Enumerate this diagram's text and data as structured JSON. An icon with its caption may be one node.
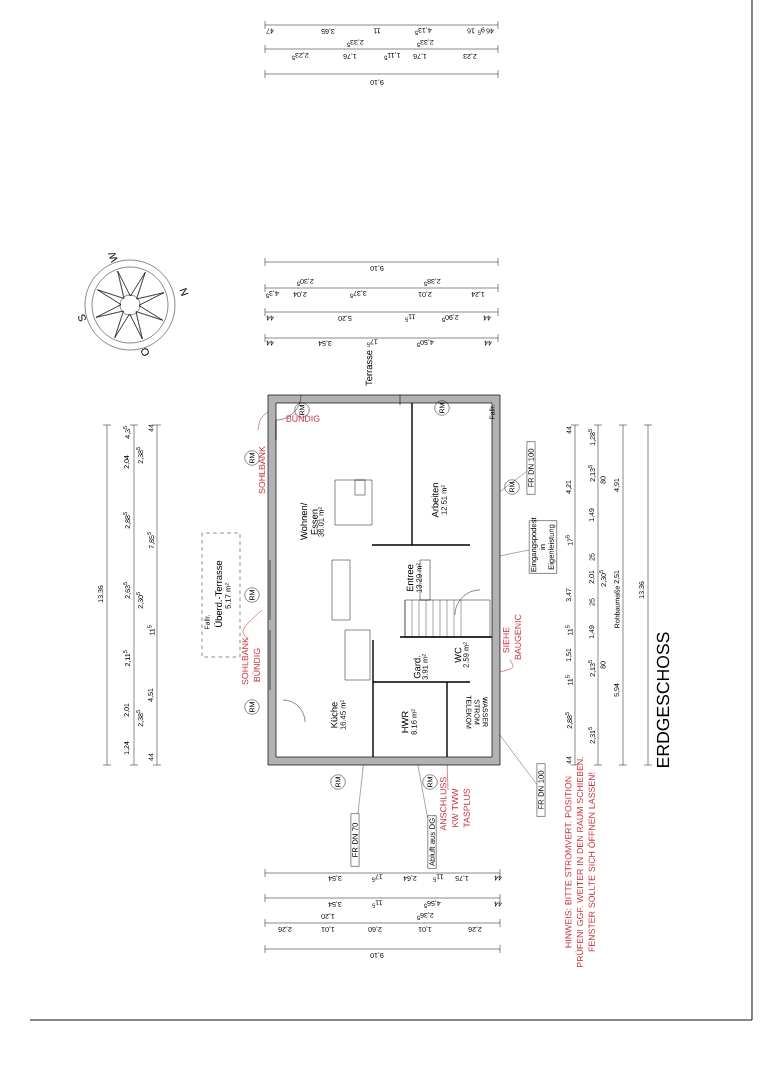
{
  "diagram": {
    "title": "ERDGESCHOSS",
    "nodes": [
      {
        "text": [],
        "shape": "picture"
      },
      {
        "text": [
          "FR DN 70"
        ]
      },
      {
        "text": [
          "Abluft aus DG"
        ]
      },
      {
        "text": [
          "FR DN 100"
        ]
      },
      {
        "text": [
          "Eingangspodest in Eigenleistung"
        ]
      },
      {
        "text": [
          "FR DN 100"
        ]
      }
    ],
    "edges": [
      {
        "from": 1,
        "to": 0,
        "arrow": "none"
      },
      {
        "from": 2,
        "to": 0,
        "arrow": "none"
      },
      {
        "from": 3,
        "to": 0,
        "arrow": "none"
      },
      {
        "from": 4,
        "to": 0,
        "arrow": "none"
      },
      {
        "from": 5,
        "to": 0,
        "arrow": "none"
      }
    ],
    "labels": [
      "47",
      "3,65",
      "11",
      "4,13$^{5}$",
      "16",
      "9$^{5}$",
      "46",
      "2,23$^{5}$",
      "1,76",
      "2,33$^{5}$",
      "1,11$^{5}$",
      "1,76",
      "2,33$^{5}$",
      "2,23",
      "9,10",
      "W",
      "N",
      "S",
      "O",
      "9,10",
      "4,3$^{5}$",
      "2,04",
      "2,30$^{5}$",
      "3,37$^{5}$",
      "2,01",
      "2,38$^{5}$",
      "1,24",
      "44",
      "5,20",
      "11$^{5}$",
      "2,90$^{5}$",
      "44",
      "44",
      "3,54",
      "17$^{5}$",
      "4,50$^{5}$",
      "44",
      "13,36",
      "4,3$^{5}$",
      "2,04",
      "2,88$^{5}$",
      "2,63$^{5}$",
      "2,11$^{5}$",
      "2,01",
      "1,24",
      "2,38$^{5}$",
      "2,30$^{5}$",
      "2,38$^{5}$",
      "44",
      "7,85$^{5}$",
      "11$^{5}$",
      "4,51",
      "44",
      "Terrasse",
      "RM",
      "RM",
      "RM",
      "RM",
      "RM",
      "RM",
      "RM",
      "RM",
      "BÜNDIG",
      "SOHLBANK",
      "Wohnen/ Essen",
      "36.01 m²",
      "Arbeiten",
      "12.51 m²",
      "Fallr.",
      "Entree",
      "13.29 m²",
      "Überd.-Terrasse",
      "5.17 m²",
      "Fallr.",
      "SOHLBANK BÜNDIG",
      "Gard.",
      "3.91 m²",
      "WC",
      "2.59 m²",
      "SIEHE BAUGENIC",
      "Küche",
      "16.45 m²",
      "HWR",
      "8.16 m²",
      "WASSER STROM TELEKOM",
      "ANSCHLUSS KW TWW TASPLUS",
      "44",
      "4,21",
      "17$^{5}$",
      "3,47",
      "11$^{5}$",
      "1,51",
      "11$^{5}$",
      "2,88$^{5}$",
      "44",
      "1,28$^{5}$",
      "2,13$^{5}$",
      "1,49",
      "25",
      "2,01",
      "25",
      "1,49",
      "2,13$^{5}$",
      "2,31$^{5}$",
      "80",
      "2,30$^{5}$",
      "80",
      "4,91",
      "2,51",
      "Rohbaumaße",
      "5,94",
      "13,36",
      "HINWEIS: BITTE STROMVERT. POSITION PRÜFEN! GGF. WEITER IN DEN RAUM SCHIEBEN. FENSTER SOLLTE SICH ÖFFNEN LASSEN!",
      "3,54",
      "17$^{5}$",
      "2,64",
      "11$^{5}$",
      "1,75",
      "44",
      "3,54",
      "11$^{5}$",
      "4,56$^{5}$",
      "44",
      "1,20",
      "2,36$^{5}$",
      "2,26",
      "1,01",
      "2,60",
      "1,01",
      "2,26",
      "9,10"
    ]
  }
}
